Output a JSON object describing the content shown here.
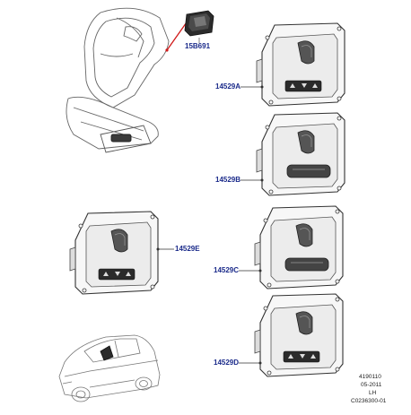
{
  "callouts": {
    "switch_main": "15B691",
    "panel_a": "14529A",
    "panel_b": "14529B",
    "panel_c": "14529C",
    "panel_d": "14529D",
    "panel_e": "14529E"
  },
  "footer": {
    "line1": "4190110",
    "line2": "05-2011",
    "line3": "LH",
    "line4": "C0236300-01"
  },
  "colors": {
    "callout_text": "#1a2a8a",
    "outline": "#3a3a3a",
    "leader_red": "#d01818",
    "dark_fill": "#2b2b2b"
  }
}
